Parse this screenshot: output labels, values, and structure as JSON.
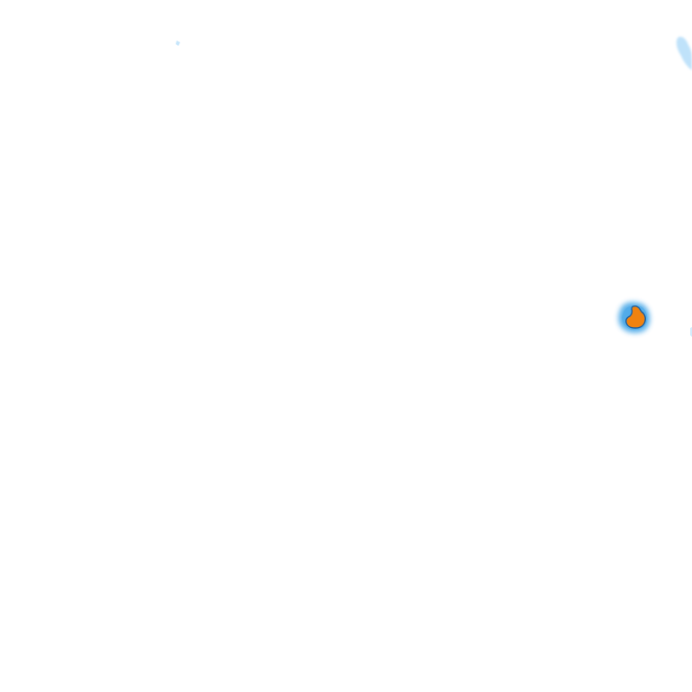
{
  "map": {
    "background_color": "#ffffff",
    "features": [
      {
        "id": "island-highlighted",
        "kind": "highlighted-landmass",
        "fill": "#f0820f",
        "outline": "#1f5f9e",
        "halo": "#4aa8e8"
      },
      {
        "id": "shallow-water-top-right",
        "kind": "shallow-water",
        "fill": "#bfe2fa"
      },
      {
        "id": "shallow-water-top-left-speck",
        "kind": "shallow-water",
        "fill": "#c7e6fb"
      },
      {
        "id": "shallow-water-right-edge-speck",
        "kind": "shallow-water",
        "fill": "#d3ecfc"
      }
    ]
  }
}
